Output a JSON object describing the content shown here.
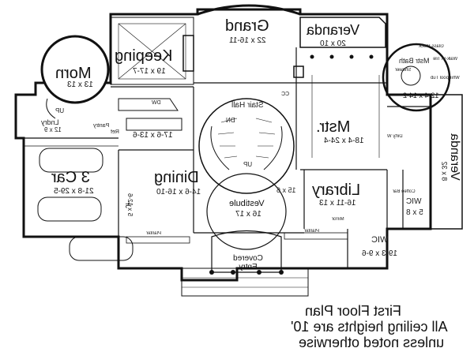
{
  "rooms": {
    "grand": {
      "name": "Grand",
      "dims": "22 x 16-11"
    },
    "veranda_top": {
      "name": "Veranda",
      "dims": "20 x 10"
    },
    "keeping": {
      "name": "Keeping",
      "dims": "19 x 17-7"
    },
    "morn": {
      "name": "Morn",
      "dims": "13 x 13"
    },
    "mstr": {
      "name": "Mstr.",
      "dims": "18-4 x 24-4"
    },
    "mstr_bath": {
      "name": "Mstr Bath",
      "dims": "12-4 x 14-2"
    },
    "veranda_right": {
      "name": "Veranda",
      "dims": "8 x 32"
    },
    "garage": {
      "name": "3 Car",
      "dims": "21-8 x 29-5"
    },
    "laundry": {
      "name": "Lndry",
      "dims": "12 x 9"
    },
    "dining": {
      "name": "Dining",
      "dims": "14-6 x 16-10"
    },
    "jr": {
      "name": "Jr",
      "dims": "5 x 12-6"
    },
    "library": {
      "name": "Library",
      "dims": "16-11 x 13"
    },
    "vestibule": {
      "name": "Vestibule",
      "dims": "16 x 17"
    },
    "wic_small": {
      "name": "WIC",
      "dims": "5 x 8"
    },
    "wic_large": {
      "name": "WIC",
      "dims": "19-3 x 9-6"
    },
    "covered_entry": {
      "name": "Covered Entry"
    }
  },
  "small_labels": {
    "stair_hall": "Stair Hall",
    "dn": "DN",
    "up": "UP",
    "up_left": "UP",
    "dw": "DW",
    "open_kitchen": "17-6 x 13-6",
    "bar_dims": "15 x 6",
    "pantry": "Pantry",
    "ref": "Ref",
    "cc": "CC",
    "planter_left": "Planter",
    "planter_right": "Planter",
    "mirror": "Mirror",
    "coffee_bar": "Coffee Bar",
    "dirty_w": "Dirty W",
    "glass_block": "Glass Block",
    "walk_in_tile": "Walk-In Tile",
    "bath_tub": "Whirlpool Tub",
    "shower": "Shower"
  },
  "caption": {
    "line1": "First Floor Plan",
    "line2": "All ceiling heights are 10'",
    "line3": "unless noted otherwise"
  }
}
